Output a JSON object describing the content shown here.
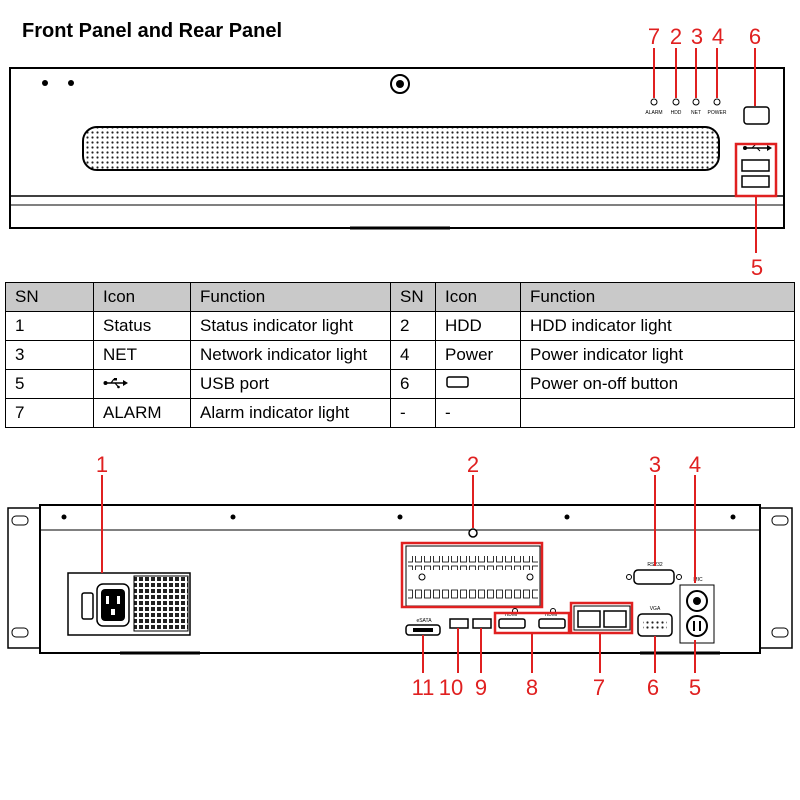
{
  "title": "Front Panel and Rear Panel",
  "front_panel": {
    "indicator_labels": [
      "ALARM",
      "HDD",
      "NET",
      "POWER"
    ],
    "callouts": [
      "7",
      "2",
      "3",
      "4",
      "6",
      "5"
    ]
  },
  "table": {
    "headers": [
      "SN",
      "Icon",
      "Function",
      "SN",
      "Icon",
      "Function"
    ],
    "rows": [
      [
        "1",
        "Status",
        "Status indicator light",
        "2",
        "HDD",
        "HDD indicator light"
      ],
      [
        "3",
        "NET",
        "Network indicator light",
        "4",
        "Power",
        "Power indicator light"
      ],
      [
        "5",
        "",
        "USB port",
        "6",
        "",
        "Power on-off button"
      ],
      [
        "7",
        "ALARM",
        "Alarm indicator light",
        "-",
        "-",
        ""
      ]
    ],
    "icons": {
      "row3_col2": "usb-icon",
      "row3_col5": "power-button-icon"
    }
  },
  "rear_panel": {
    "port_labels": [
      "RS232",
      "MIC",
      "VGA",
      "eSATA",
      "HDMI",
      "HDMI"
    ],
    "callouts": [
      "1",
      "2",
      "3",
      "4",
      "5",
      "6",
      "7",
      "8",
      "9",
      "10",
      "11"
    ]
  },
  "colors": {
    "callout": "#e02020",
    "header_bg": "#c9c9c9"
  }
}
